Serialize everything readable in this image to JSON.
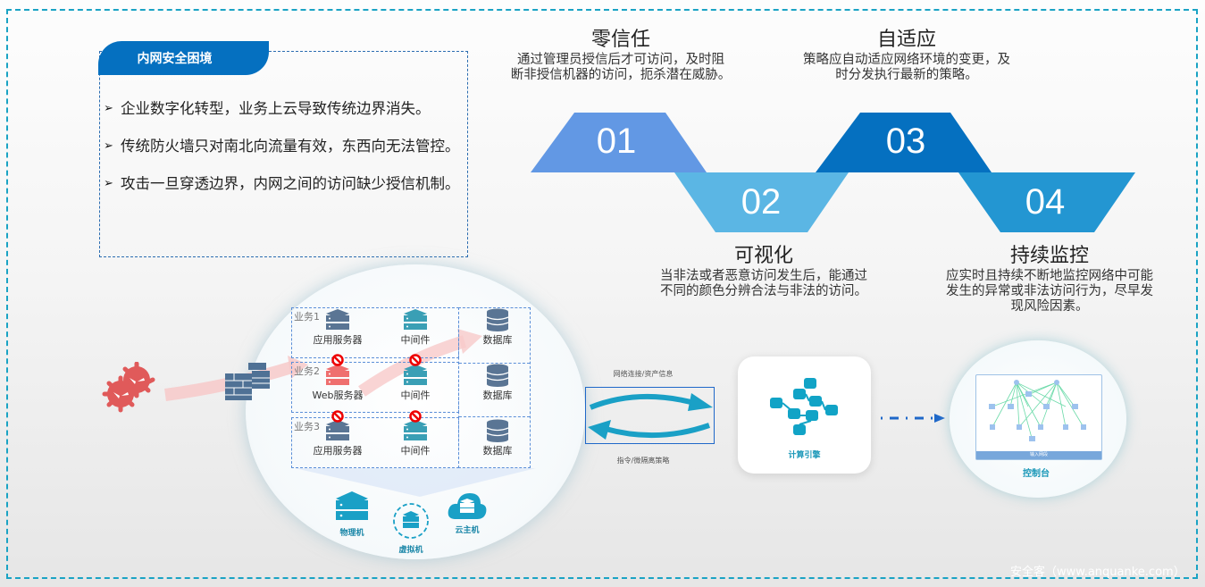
{
  "dilemma": {
    "title": "内网安全困境",
    "items": [
      "企业数字化转型，业务上云导致传统边界消失。",
      "传统防火墙只对南北向流量有效，东西向无法管控。",
      "攻击一旦穿透边界，内网之间的访问缺少授信机制。"
    ],
    "bullet_glyph": "➢"
  },
  "features": [
    {
      "num": "01",
      "title": "零信任",
      "desc": [
        "通过管理员授信后才可访问，及时阻",
        "断非授信机器的访问，扼杀潜在威胁。"
      ],
      "color": "#6298e4"
    },
    {
      "num": "02",
      "title": "可视化",
      "desc": [
        "当非法或者恶意访问发生后，能通过",
        "不同的颜色分辨合法与非法的访问。"
      ],
      "color": "#5bb6e4"
    },
    {
      "num": "03",
      "title": "自适应",
      "desc": [
        "策略应自动适应网络环境的变更，及",
        "时分发执行最新的策略。"
      ],
      "color": "#0570c0"
    },
    {
      "num": "04",
      "title": "持续监控",
      "desc": [
        "应实时且持续不断地监控网络中可能",
        "发生的异常或非法访问行为，尽早发",
        "现风险因素。"
      ],
      "color": "#2396d2"
    }
  ],
  "diagram": {
    "businesses": [
      {
        "label": "业务1",
        "server": "应用服务器",
        "middleware": "中间件",
        "database": "数据库",
        "server_compromised": false
      },
      {
        "label": "业务2",
        "server": "Web服务器",
        "middleware": "中间件",
        "database": "数据库",
        "server_compromised": true
      },
      {
        "label": "业务3",
        "server": "应用服务器",
        "middleware": "中间件",
        "database": "数据库",
        "server_compromised": false
      }
    ],
    "hosts": [
      "物理机",
      "虚拟机",
      "云主机"
    ],
    "flow_top_label": "网络连接/资产信息",
    "flow_bottom_label": "指令/微隔离策略",
    "engine_label": "计算引擎",
    "console_label": "控制台",
    "console_bar_text": "输入网段"
  },
  "colors": {
    "frame": "#1aa3c4",
    "tab": "#0570c0",
    "server_gray": "#5a7594",
    "server_teal": "#3a9fb5",
    "server_red": "#ef6f6f",
    "host_teal": "#1aa0c6",
    "attack": "#e05a5a"
  },
  "watermark": "安全客（www.anquanke.com）"
}
